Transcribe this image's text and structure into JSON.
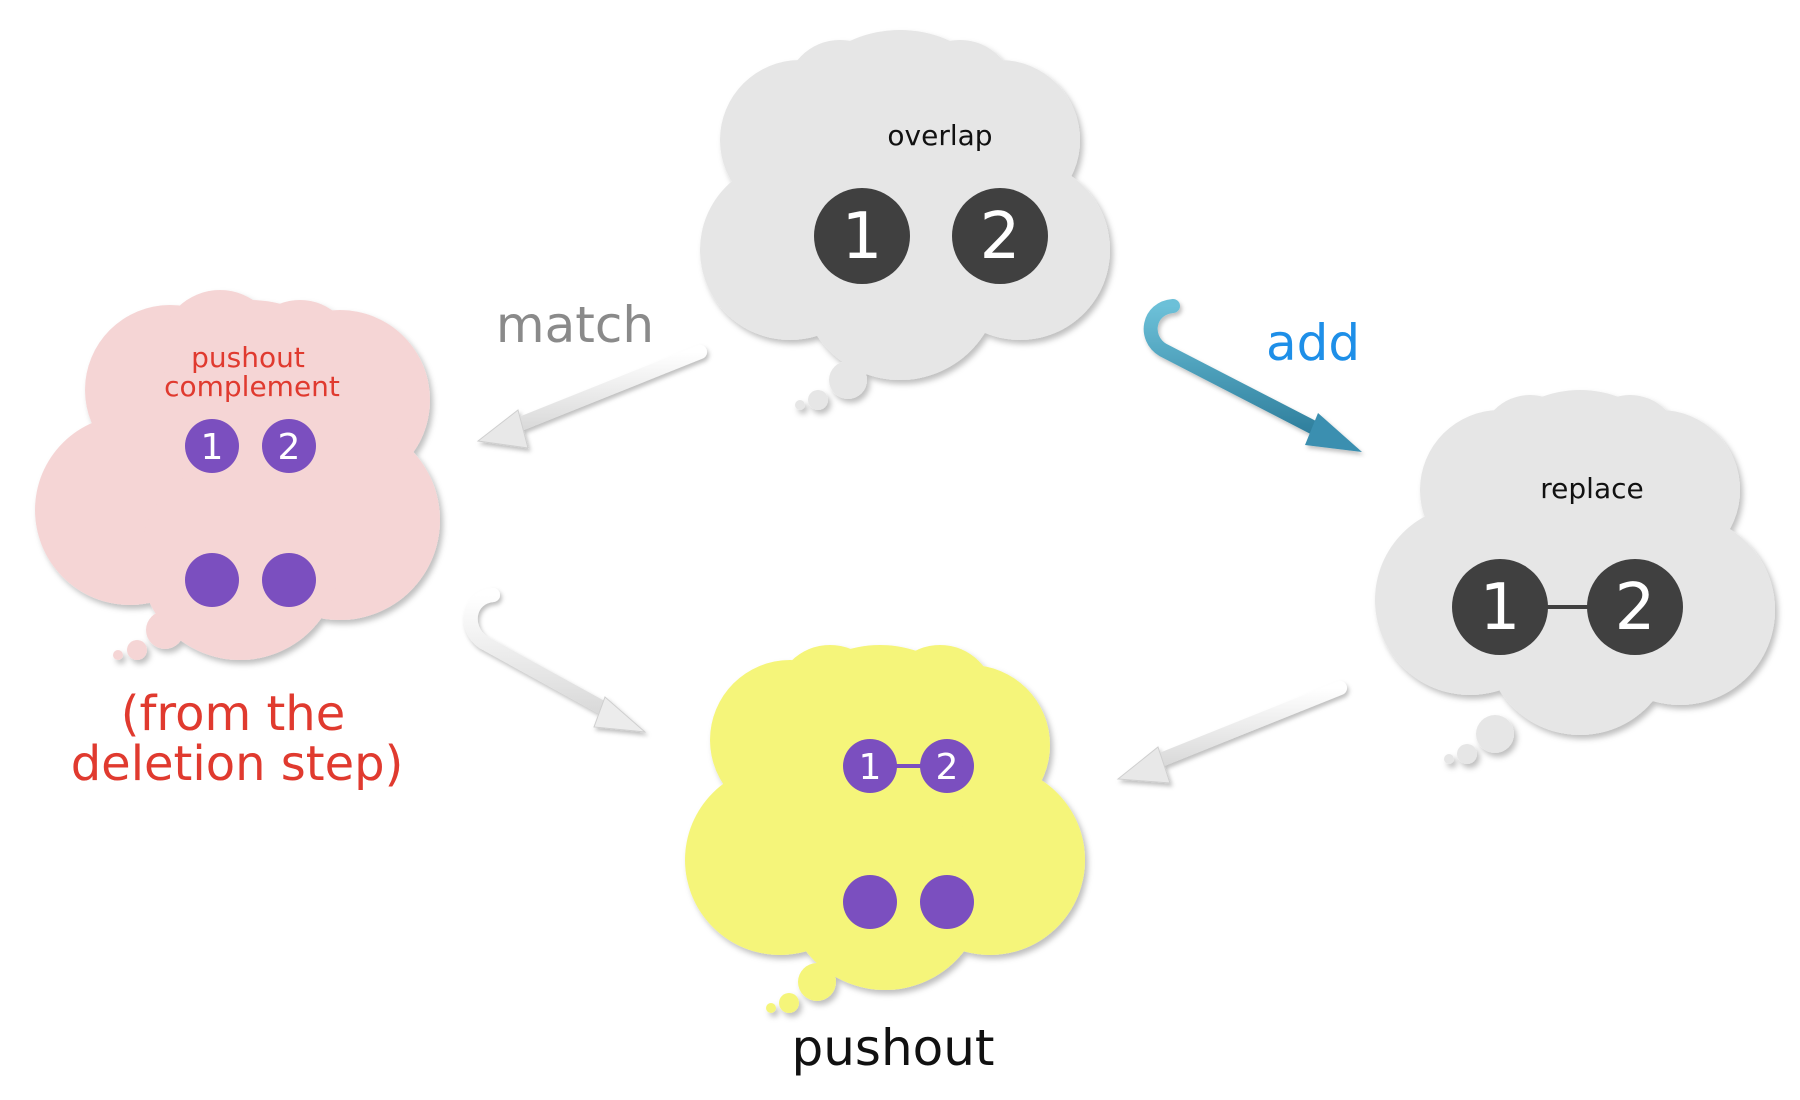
{
  "diagram": {
    "clouds": {
      "overlap": {
        "title": "overlap",
        "nodes": [
          "1",
          "2"
        ],
        "fill": "#e6e6e6",
        "node_color": "#404040",
        "has_edge": false
      },
      "replace": {
        "title": "replace",
        "nodes": [
          "1",
          "2"
        ],
        "fill": "#e6e6e6",
        "node_color": "#404040",
        "has_edge": true
      },
      "pushout_complement": {
        "title_lines": [
          "pushout",
          "complement"
        ],
        "nodes": [
          "1",
          "2"
        ],
        "extra_nodes": 2,
        "fill": "#f5d5d5",
        "title_color": "#e03a2f",
        "node_color": "#7b4fbf"
      },
      "pushout": {
        "nodes": [
          "1",
          "2"
        ],
        "extra_nodes": 2,
        "has_edge": true,
        "fill": "#f5f57a",
        "node_color": "#7b4fbf"
      }
    },
    "arrows": {
      "match": {
        "label": "match",
        "color": "#8a8a8a"
      },
      "add": {
        "label": "add",
        "color": "#1e8fe8",
        "arrow_color": "#3a8fb0"
      },
      "left_to_pushout": {
        "label": "",
        "color": "#f2f2f2"
      },
      "right_to_pushout": {
        "label": "",
        "color": "#f2f2f2"
      }
    },
    "annotations": {
      "deletion_note_lines": [
        "(from the",
        "deletion step)"
      ],
      "deletion_note_color": "#e03a2f",
      "pushout_label": "pushout"
    }
  }
}
